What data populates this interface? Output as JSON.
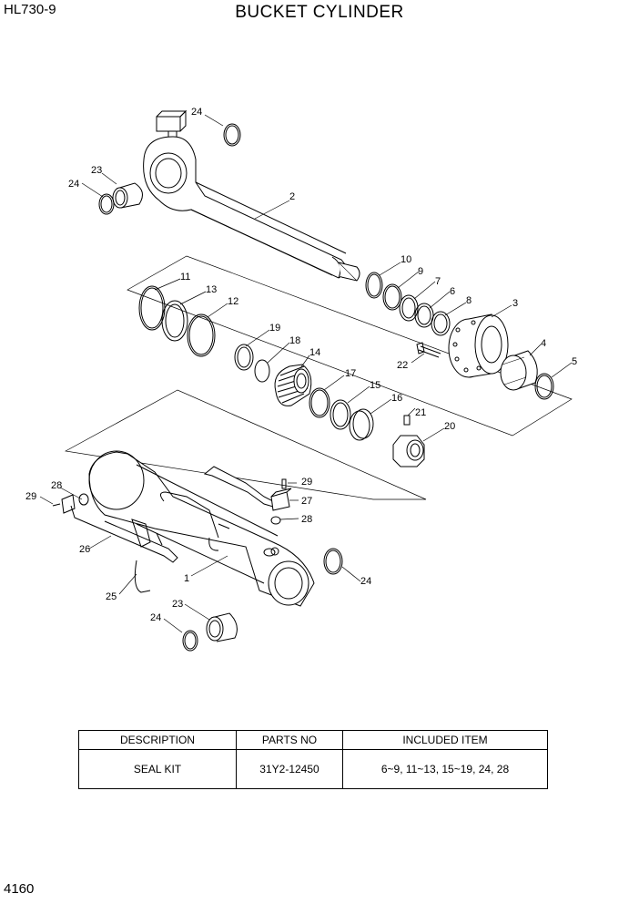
{
  "header": {
    "model": "HL730-9",
    "title": "BUCKET CYLINDER"
  },
  "page_number": "4160",
  "callouts": {
    "c1": "1",
    "c2": "2",
    "c3": "3",
    "c4": "4",
    "c5": "5",
    "c6": "6",
    "c7": "7",
    "c8": "8",
    "c9": "9",
    "c10": "10",
    "c11": "11",
    "c12": "12",
    "c13": "13",
    "c14": "14",
    "c15": "15",
    "c16": "16",
    "c17": "17",
    "c18": "18",
    "c19": "19",
    "c20": "20",
    "c21": "21",
    "c22": "22",
    "c23": "23",
    "c24": "24",
    "c25": "25",
    "c26": "26",
    "c27": "27",
    "c28": "28",
    "c29": "29"
  },
  "table": {
    "headers": [
      "DESCRIPTION",
      "PARTS NO",
      "INCLUDED ITEM"
    ],
    "rows": [
      [
        "SEAL KIT",
        "31Y2-12450",
        "6~9, 11~13, 15~19, 24, 28"
      ]
    ]
  }
}
